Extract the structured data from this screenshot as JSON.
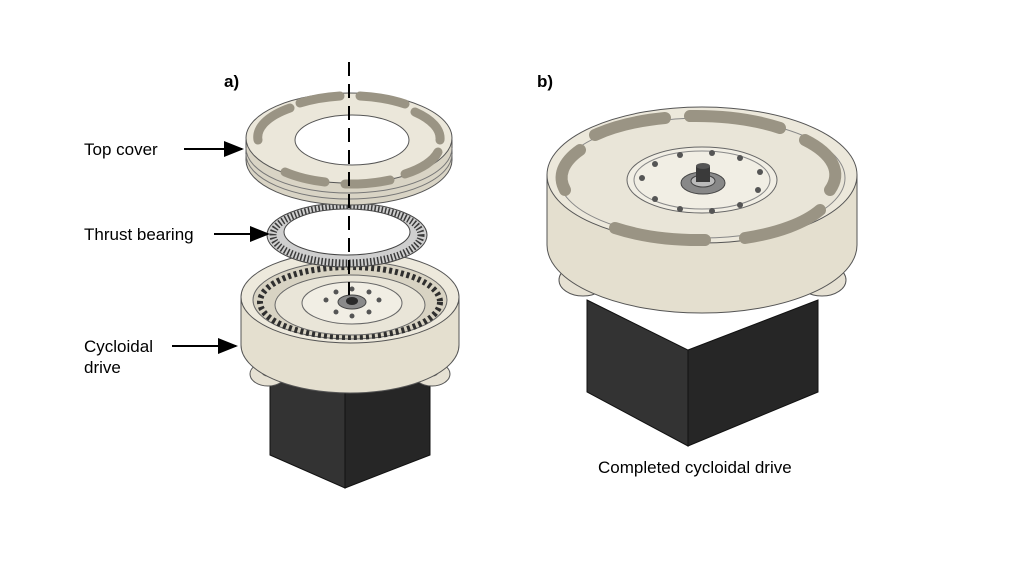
{
  "panels": {
    "a_label": "a)",
    "b_label": "b)"
  },
  "callouts": {
    "top_cover": "Top cover",
    "thrust_bearing": "Thrust bearing",
    "cycloidal_drive_line1": "Cycloidal",
    "cycloidal_drive_line2": "drive"
  },
  "caption_b": "Completed cycloidal drive",
  "colors": {
    "housing": "#e9e4d6",
    "housing_shadow": "#c9c3b2",
    "motor": "#2b2b2b",
    "motor_side": "#3a3a3a",
    "metal": "#9a9a9a",
    "bearing_dark": "#3c3c3c"
  }
}
